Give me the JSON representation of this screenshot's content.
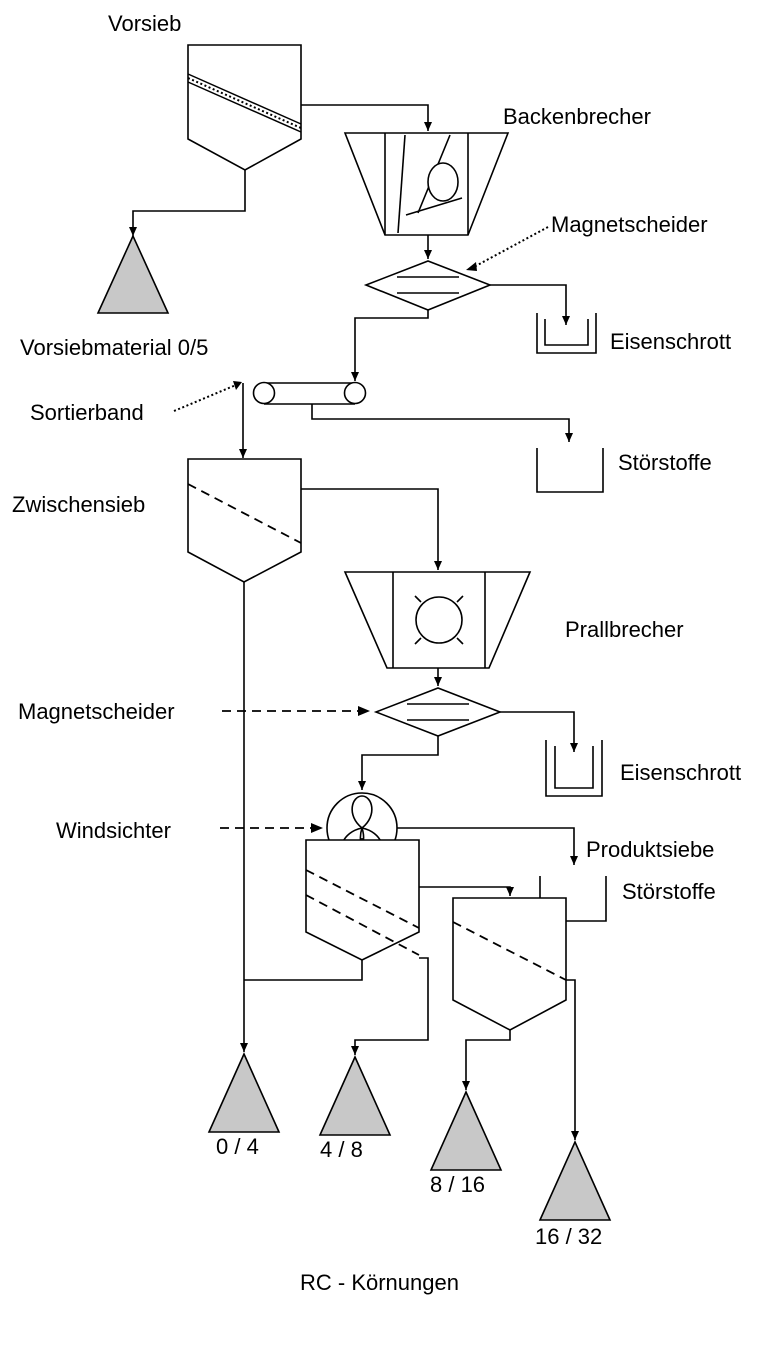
{
  "labels": {
    "vorsieb": "Vorsieb",
    "backenbrecher": "Backenbrecher",
    "magnetscheider_1": "Magnetscheider",
    "vorsiebmaterial": "Vorsiebmaterial 0/5",
    "eisenschrott_1": "Eisenschrott",
    "sortierband": "Sortierband",
    "stoerstoffe_1": "Störstoffe",
    "zwischensieb": "Zwischensieb",
    "prallbrecher": "Prallbrecher",
    "magnetscheider_2": "Magnetscheider",
    "eisenschrott_2": "Eisenschrott",
    "windsichter": "Windsichter",
    "stoerstoffe_2": "Störstoffe",
    "produktsiebe": "Produktsiebe",
    "product_0_4": "0 / 4",
    "product_4_8": "4 / 8",
    "product_8_16": "8 / 16",
    "product_16_32": "16 / 32",
    "footer": "RC - Körnungen"
  },
  "colors": {
    "line": "#000000",
    "pile_fill": "#c8c8c8",
    "background": "#ffffff"
  }
}
